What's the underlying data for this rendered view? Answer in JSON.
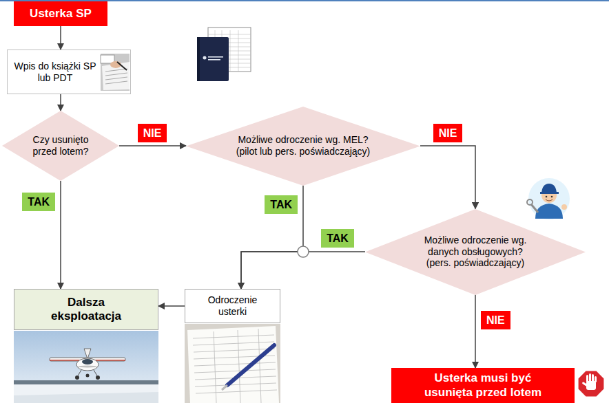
{
  "diagram": {
    "nodes": [
      {
        "text": [
          "Usterka SP"
        ]
      },
      {
        "text": [
          "Wpis do książki SP lub PDT"
        ]
      },
      {
        "text": [
          "Czy usunięto przed lotem?"
        ]
      },
      {
        "text": [
          "Możliwe odroczenie wg. MEL? (pilot lub pers. poświadczający)"
        ]
      },
      {
        "text": [
          "Możliwe odroczenie wg. danych obsługowych? (pers. poświadczający)"
        ]
      },
      {
        "text": [
          "Dalsza eksploatacja"
        ]
      },
      {
        "text": [
          "Odroczenie usterki"
        ]
      },
      {
        "text": [
          "Usterka musi być usunięta przed lotem"
        ]
      }
    ],
    "edges": [
      {
        "from": 0,
        "to": 1,
        "arrow": "to"
      },
      {
        "from": 1,
        "to": 2,
        "arrow": "to"
      },
      {
        "from": 2,
        "to": 3,
        "label": "NIE",
        "arrow": "to"
      },
      {
        "from": 2,
        "to": 5,
        "label": "TAK",
        "arrow": "to"
      },
      {
        "from": 3,
        "to": 4,
        "label": "NIE",
        "arrow": "to"
      },
      {
        "from": 3,
        "to": 6,
        "label": "TAK",
        "arrow": "to"
      },
      {
        "from": 4,
        "to": 6,
        "label": "TAK",
        "arrow": "to"
      },
      {
        "from": 6,
        "to": 5,
        "arrow": "to"
      },
      {
        "from": 4,
        "to": 7,
        "label": "NIE",
        "arrow": "to"
      }
    ]
  }
}
